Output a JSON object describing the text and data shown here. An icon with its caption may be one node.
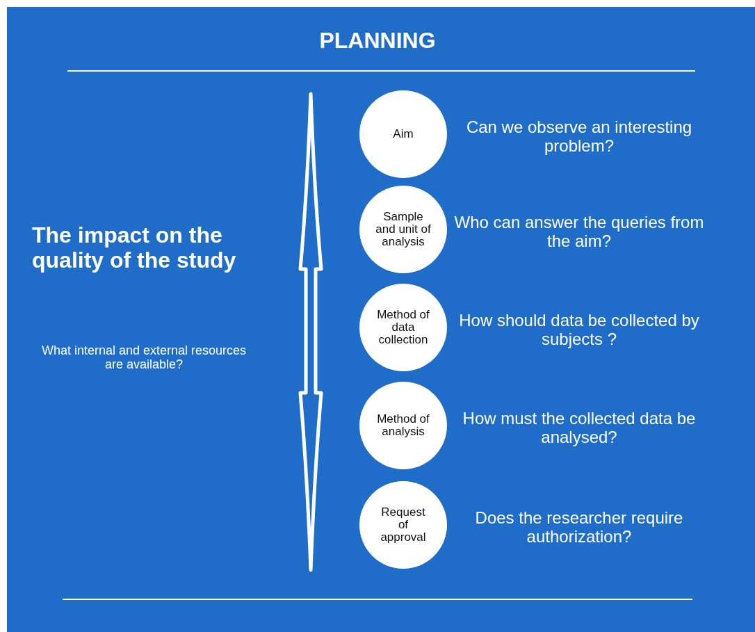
{
  "diagram": {
    "title": "PLANNING",
    "nodes": [
      {
        "text": [
          "Aim"
        ],
        "beside": [
          "Can we observe an  interesting problem?"
        ]
      },
      {
        "text": [
          "Sample and unit of analysis"
        ],
        "beside": [
          "Who can answer the queries from the aim?"
        ]
      },
      {
        "text": [
          "Method of data collection"
        ],
        "beside": [
          "How should data be collected by subjects ?"
        ]
      },
      {
        "text": [
          "Method of analysis"
        ],
        "beside": [
          "How must the collected data be analysed?"
        ]
      },
      {
        "text": [
          "Request of approval"
        ],
        "beside": [
          "Does the researcher require authorization?"
        ]
      }
    ],
    "labels": [
      "The impact on the quality of the study",
      "What internal and external resources are available?"
    ]
  }
}
